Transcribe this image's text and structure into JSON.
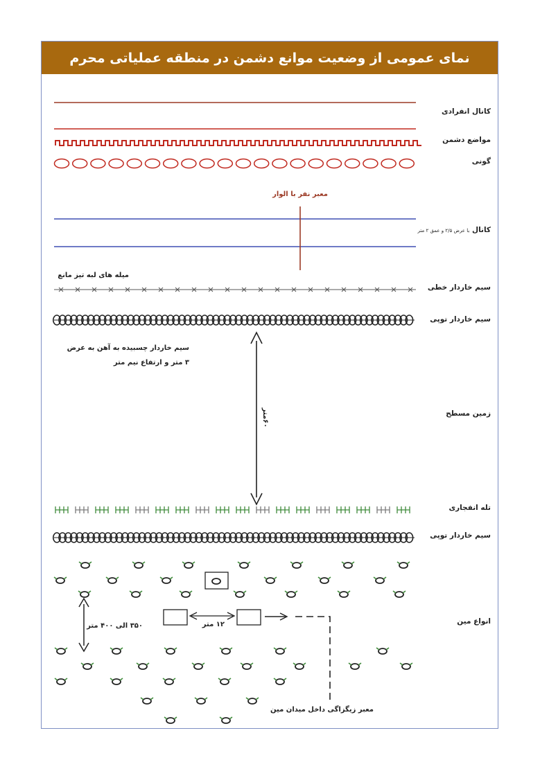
{
  "header": {
    "title": "نمای عمومی از وضعیت موانع دشمن در منطقه عملیاتی محرم"
  },
  "rows": {
    "canal_individual": "کانال انفرادی",
    "enemy_positions": "مواضع دشمن",
    "goni": "گونی",
    "canal": "کانال",
    "canal_note": "با عرض ۲/۵ و عمق ۲ متر",
    "barbed_linear": "سیم خاردار خطی",
    "barbed_coil_1": "سیم خاردار توپی",
    "flat_ground": "زمین مسطح",
    "explosive_trap": "تله انفجاری",
    "barbed_coil_2": "سیم خاردار توپی",
    "mines": "انواع مین"
  },
  "annotations": {
    "loader_passage": "معبر نفر با الوار",
    "sharp_stakes": "میله های لبه تیز مانع",
    "glued_wire_line1": "سیم خاردار چسبیده به آهن به عرض",
    "glued_wire_line2": "۳ متر و ارتفاع نیم متر",
    "distance_60": "۶۰متر",
    "distance_12": "۱۲ متر",
    "distance_350_400": "۳۵۰ الی ۴۰۰ متر",
    "zigzag_passage": "معبر زیگزاگی داخل میدان مین"
  },
  "colors": {
    "header_bg": "#a8690f",
    "brown_line": "#9c3a25",
    "red_line": "#c0281e",
    "blue_line": "#3e4fb3",
    "green_mark": "#3f8a3a",
    "dark": "#222222"
  }
}
